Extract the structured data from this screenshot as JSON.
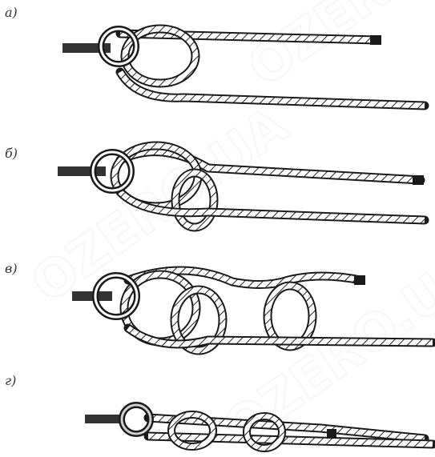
{
  "labels": {
    "a": "а)",
    "b": "б)",
    "c": "в)",
    "d": "г)"
  },
  "watermark": {
    "text": "OZERO.UA"
  },
  "colors": {
    "rope_outline": "#1a1a1a",
    "rope_fill": "#ffffff",
    "ring": "#1a1a1a",
    "watermark": "#e8e8e8"
  }
}
